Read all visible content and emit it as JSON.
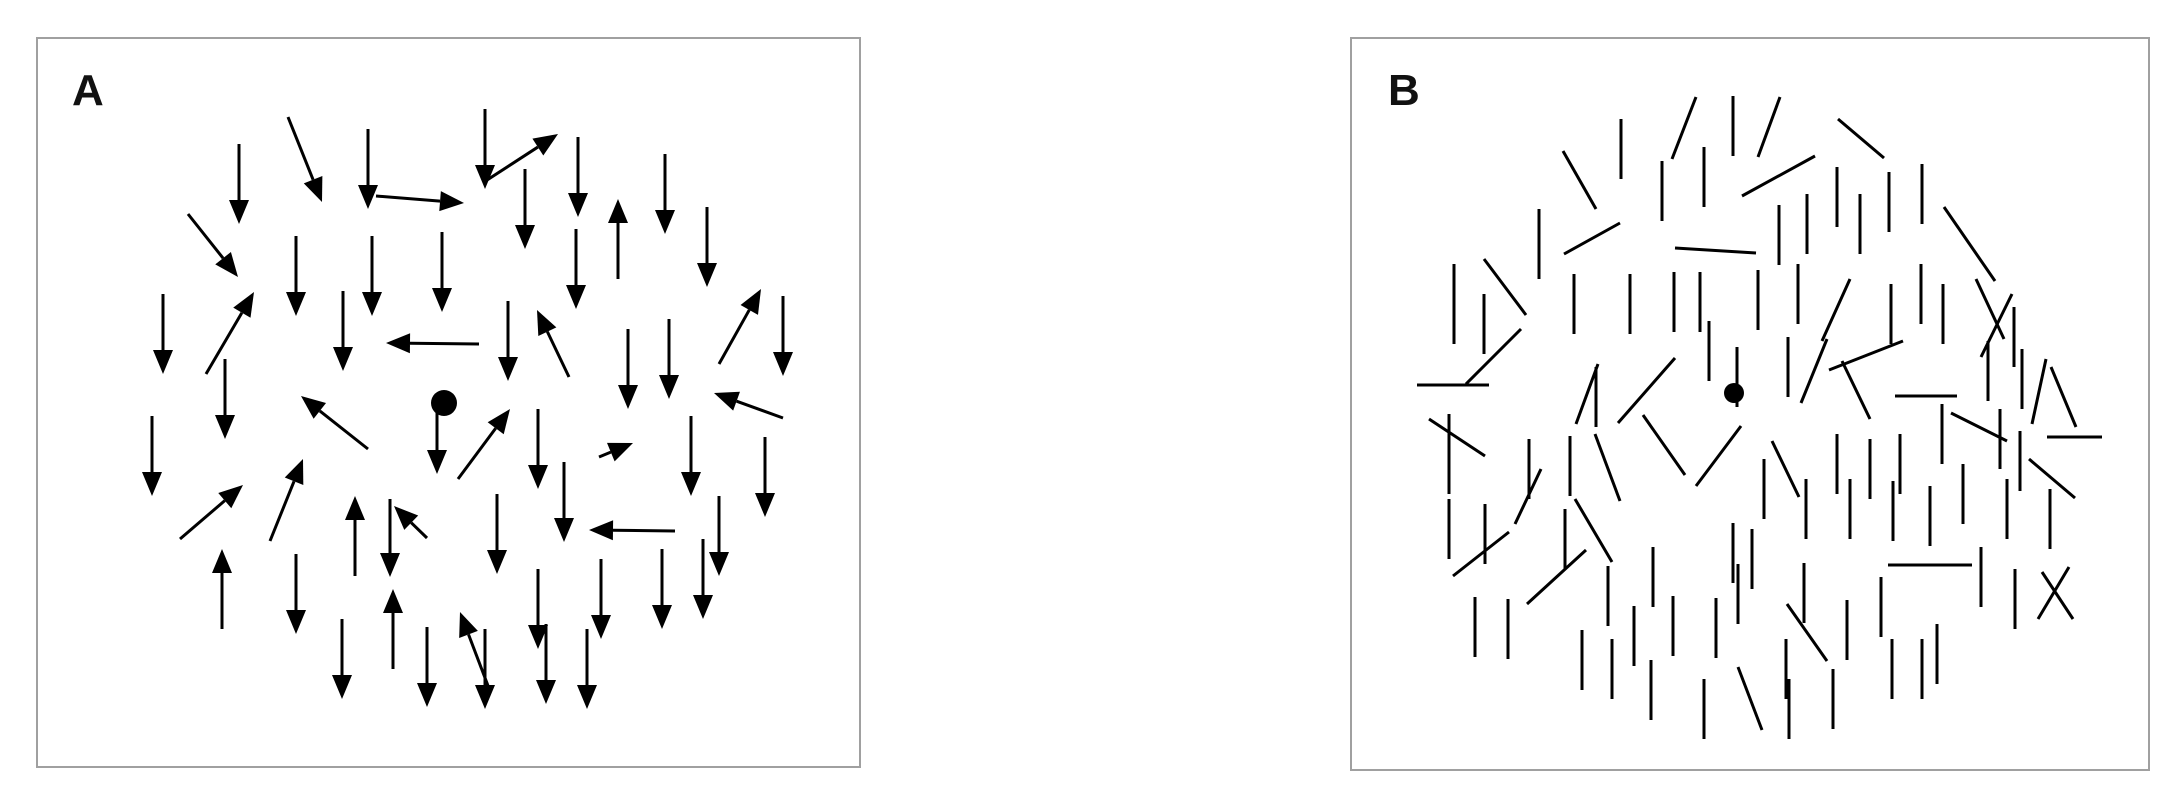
{
  "colors": {
    "ink": "#000000",
    "border": "#a0a0a0",
    "background": "#ffffff"
  },
  "panels": [
    {
      "id": "A",
      "label": "A",
      "stimulus": "arrows",
      "fixation": true
    },
    {
      "id": "B",
      "label": "B",
      "stimulus": "line-segments",
      "fixation": true
    }
  ]
}
